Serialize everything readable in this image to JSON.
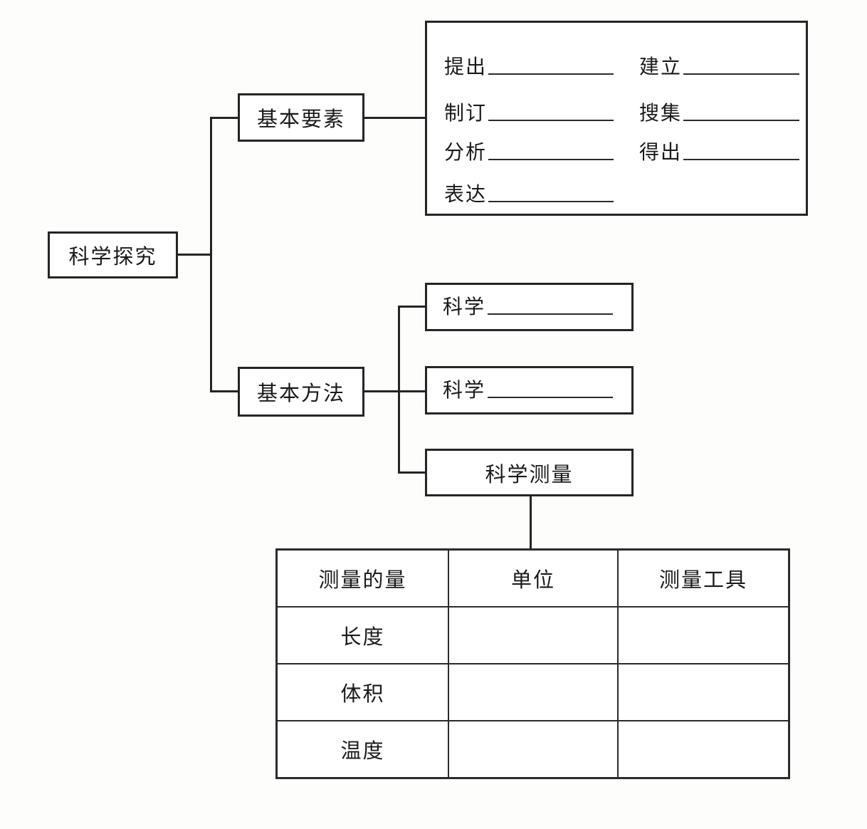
{
  "diagram": {
    "title": "科学探究",
    "root": {
      "label": "科学探究"
    },
    "branches": [
      {
        "label": "基本要素"
      },
      {
        "label": "基本方法"
      }
    ],
    "elements_box": {
      "left_column": [
        {
          "verb": "提出",
          "blank": true
        },
        {
          "verb": "制订",
          "blank": true
        },
        {
          "verb": "分析",
          "blank": true
        },
        {
          "verb": "表达",
          "blank": true
        }
      ],
      "right_column": [
        {
          "verb": "建立",
          "blank": true
        },
        {
          "verb": "搜集",
          "blank": true
        },
        {
          "verb": "得出",
          "blank": true
        }
      ]
    },
    "method_boxes": [
      {
        "label": "科学",
        "blank": true
      },
      {
        "label": "科学",
        "blank": true
      },
      {
        "label": "科学测量",
        "blank": false
      }
    ],
    "table": {
      "headers": [
        "测量的量",
        "单位",
        "测量工具"
      ],
      "rows": [
        {
          "quantity": "长度",
          "unit": "",
          "tool": ""
        },
        {
          "quantity": "体积",
          "unit": "",
          "tool": ""
        },
        {
          "quantity": "温度",
          "unit": "",
          "tool": ""
        }
      ]
    },
    "colors": {
      "ink": "#252525",
      "paper": "#fdfdfc",
      "rule": "#2b2b2b"
    }
  }
}
